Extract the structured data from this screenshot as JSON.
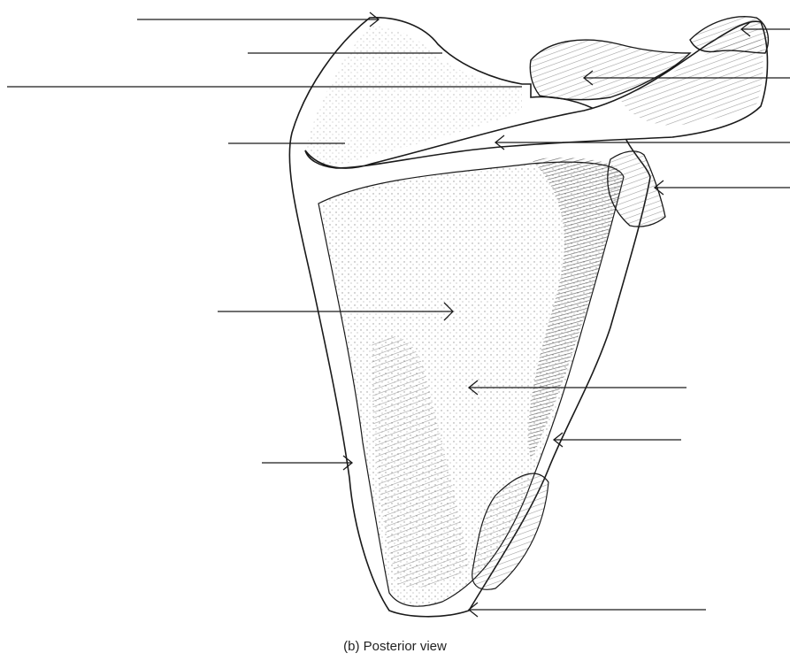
{
  "caption": "(b) Posterior view",
  "figure": {
    "subject": "scapula",
    "view": "posterior",
    "ink_color": "#1a1a1a",
    "shade_color": "#555555",
    "background": "#ffffff"
  },
  "leader_lines": [
    {
      "id": "superior-angle",
      "side": "left",
      "labeled": false
    },
    {
      "id": "supraspinous-fossa",
      "side": "left",
      "labeled": false
    },
    {
      "id": "suprascapular-notch",
      "side": "left",
      "labeled": false
    },
    {
      "id": "spine-root",
      "side": "left",
      "labeled": false
    },
    {
      "id": "infraspinous-fossa",
      "side": "left",
      "labeled": false
    },
    {
      "id": "medial-border",
      "side": "left",
      "labeled": false
    },
    {
      "id": "acromion",
      "side": "right",
      "labeled": false
    },
    {
      "id": "coracoid-process",
      "side": "right",
      "labeled": false
    },
    {
      "id": "spine",
      "side": "right",
      "labeled": false
    },
    {
      "id": "glenoid-cavity",
      "side": "right",
      "labeled": false
    },
    {
      "id": "infraspinous-surface",
      "side": "right",
      "labeled": false
    },
    {
      "id": "lateral-border",
      "side": "right",
      "labeled": false
    },
    {
      "id": "inferior-angle",
      "side": "right",
      "labeled": false
    }
  ]
}
